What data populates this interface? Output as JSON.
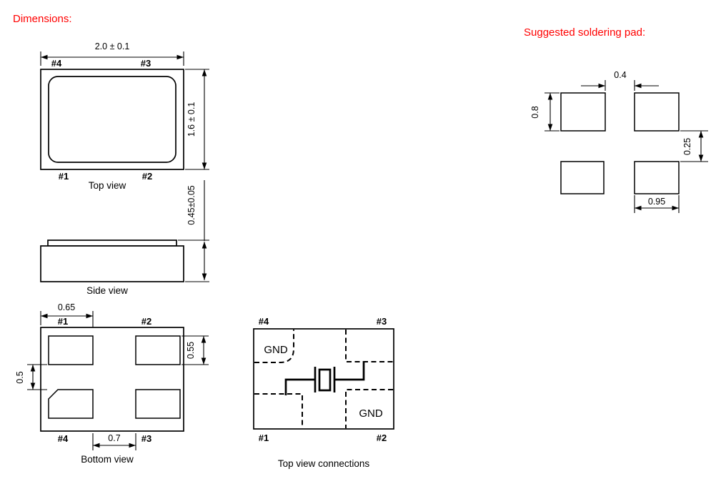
{
  "headings": {
    "dimensions": "Dimensions:",
    "soldering": "Suggested soldering pad:"
  },
  "colors": {
    "heading_red": "#ff0000",
    "line_black": "#000000"
  },
  "top_view": {
    "caption": "Top view",
    "width_dim": "2.0 ± 0.1",
    "height_dim": "1.6 ± 0.1",
    "pin_top_left": "#4",
    "pin_top_right": "#3",
    "pin_bottom_left": "#1",
    "pin_bottom_right": "#2"
  },
  "side_view": {
    "caption": "Side view",
    "thickness_dim": "0.45±0.05"
  },
  "bottom_view": {
    "caption": "Bottom view",
    "pin_top_left": "#1",
    "pin_top_right": "#2",
    "pin_bottom_left": "#4",
    "pin_bottom_right": "#3",
    "pad_width_dim": "0.65",
    "pad_height_dim": "0.55",
    "pad_gap_vertical_dim": "0.5",
    "pad_gap_horizontal_dim": "0.7"
  },
  "connections_view": {
    "caption": "Top view connections",
    "pin_top_left": "#4",
    "pin_top_right": "#3",
    "pin_bottom_left": "#1",
    "pin_bottom_right": "#2",
    "gnd_top_left": "GND",
    "gnd_bottom_right": "GND"
  },
  "soldering_pad": {
    "center_gap_dim": "0.4",
    "pad_height_dim": "0.8",
    "vertical_gap_dim": "0.25",
    "pad_width_dim": "0.95"
  }
}
